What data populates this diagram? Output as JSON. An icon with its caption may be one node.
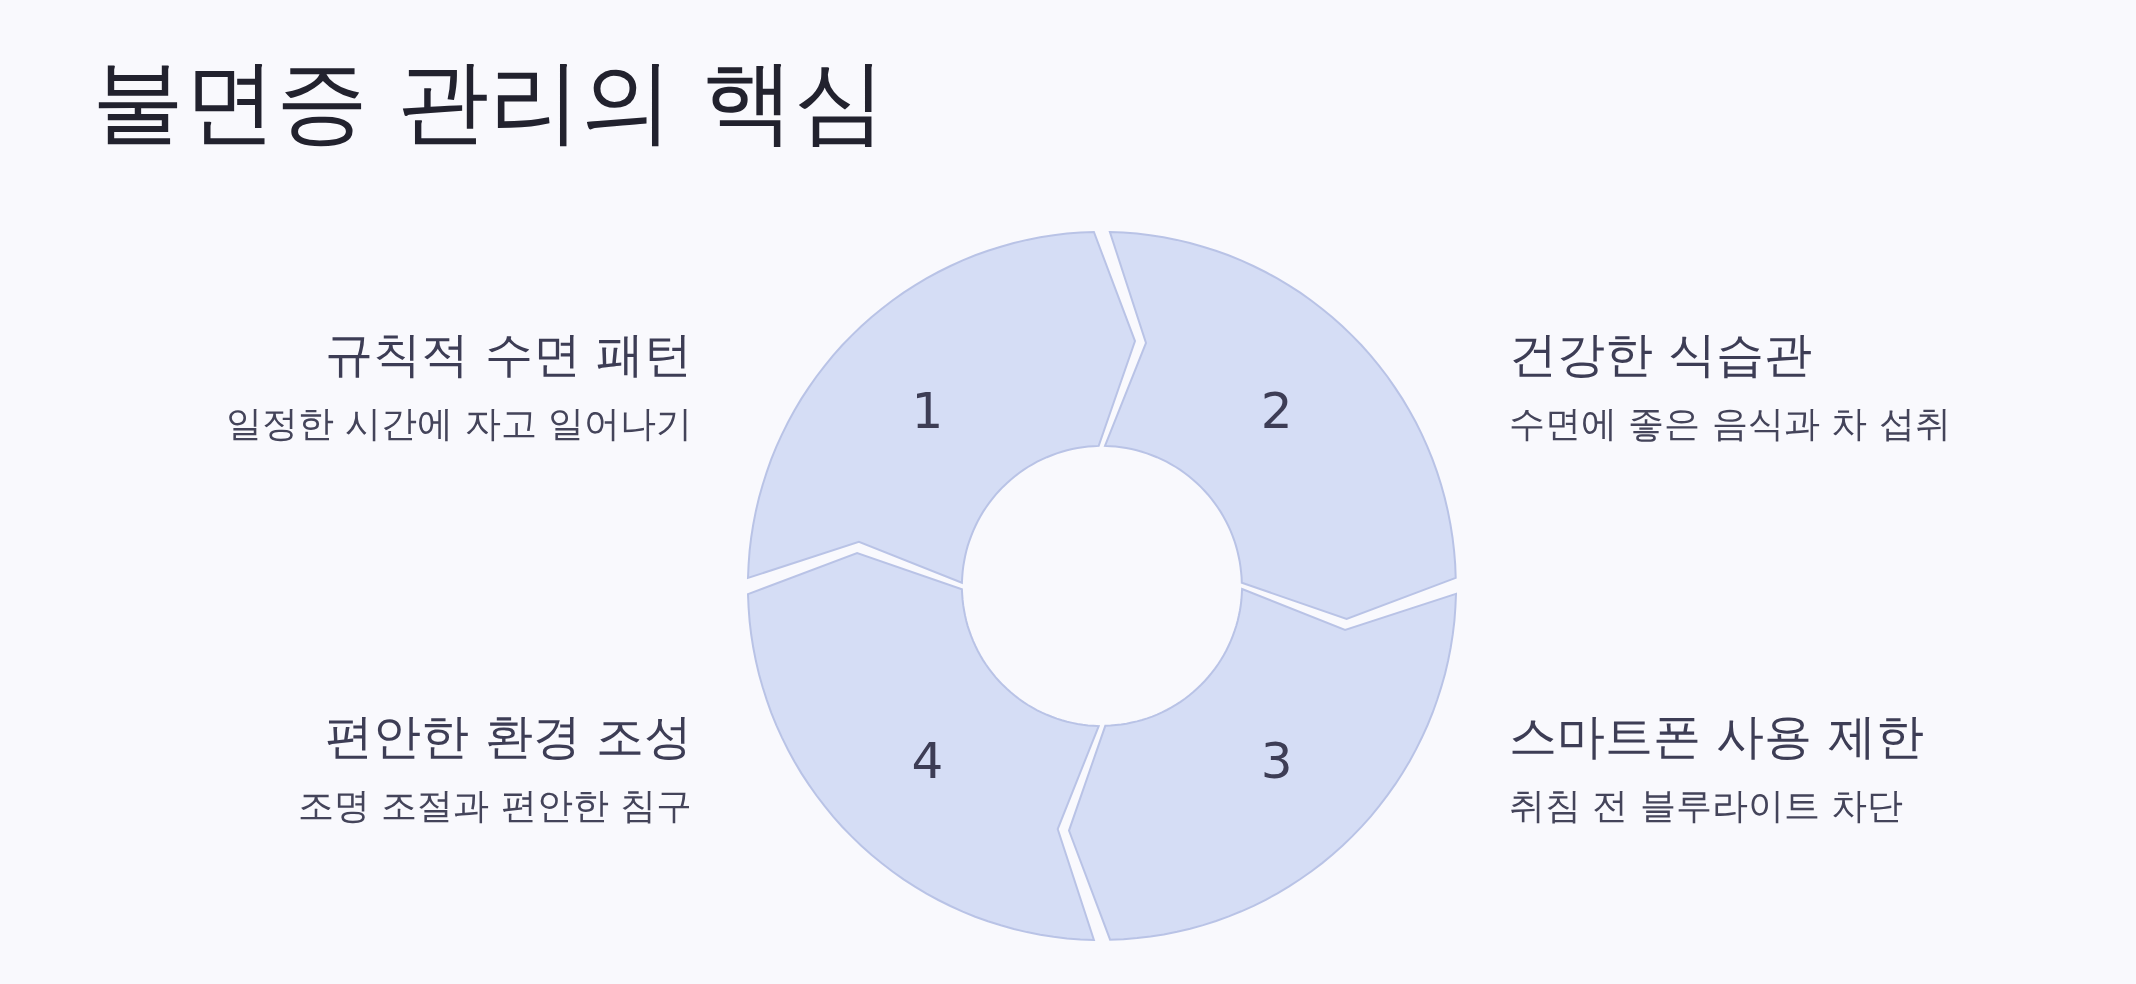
{
  "diagram": {
    "title": "불면증 관리의 핵심",
    "nodes": [
      {
        "text": [
          "1"
        ],
        "beside": [
          "규칙적 수면 패턴",
          "일정한 시간에 자고 일어나기"
        ]
      },
      {
        "text": [
          "2"
        ],
        "beside": [
          "건강한 식습관",
          "수면에 좋은 음식과 차 섭취"
        ]
      },
      {
        "text": [
          "3"
        ],
        "beside": [
          "스마트폰 사용 제한",
          "취침 전 블루라이트 차단"
        ]
      },
      {
        "text": [
          "4"
        ],
        "beside": [
          "편안한 환경 조성",
          "조명 조절과 편안한 침구"
        ]
      }
    ]
  }
}
